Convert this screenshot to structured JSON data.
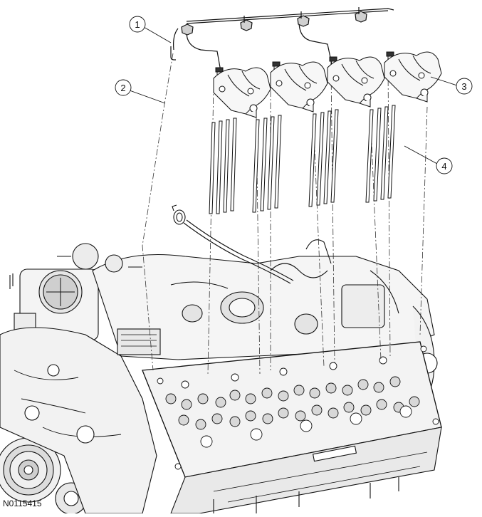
{
  "figure": {
    "code": "N0115415",
    "callouts": [
      {
        "id": "1",
        "label": "1"
      },
      {
        "id": "2",
        "label": "2"
      },
      {
        "id": "3",
        "label": "3"
      },
      {
        "id": "4",
        "label": "4"
      }
    ]
  }
}
